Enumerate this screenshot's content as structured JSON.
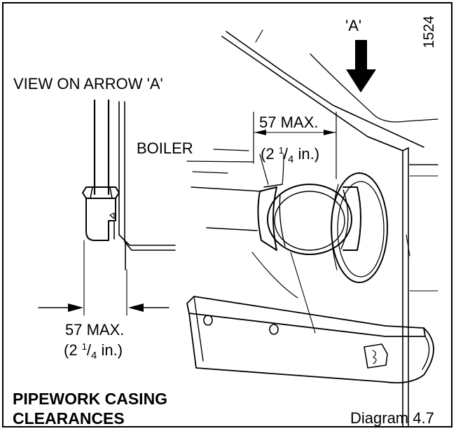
{
  "drawing_code": "1524",
  "arrow_label": "'A'",
  "view_label": "VIEW ON ARROW 'A'",
  "boiler_label": "BOILER",
  "clearance_boiler": {
    "max": "57 MAX.",
    "imperial_open": "(2 ",
    "imperial_num": "1",
    "imperial_slash": "/",
    "imperial_den": "4",
    "imperial_close": " in.)"
  },
  "clearance_view": {
    "max": "57 MAX.",
    "imperial_open": "(2 ",
    "imperial_num": "1",
    "imperial_slash": "/",
    "imperial_den": "4",
    "imperial_close": " in.)"
  },
  "title_line1": "PIPEWORK CASING",
  "title_line2": "CLEARANCES",
  "diagram_number": "Diagram 4.7",
  "colors": {
    "ink": "#000000",
    "paper": "#ffffff"
  }
}
